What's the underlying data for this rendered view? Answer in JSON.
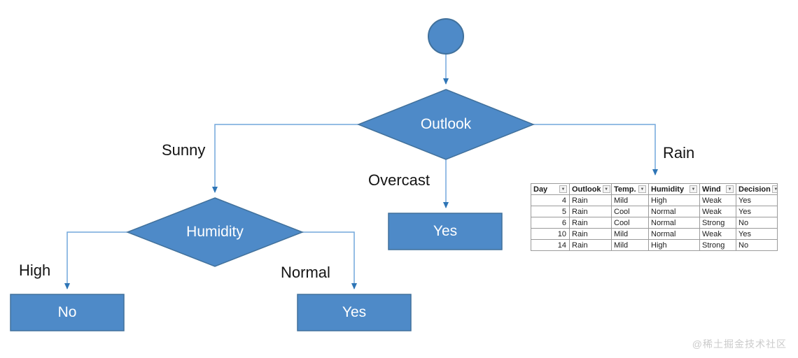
{
  "diagram": {
    "nodes": {
      "outlook": "Outlook",
      "humidity": "Humidity",
      "overcast_leaf": "Yes",
      "high_leaf": "No",
      "normal_leaf": "Yes"
    },
    "edges": {
      "sunny": "Sunny",
      "overcast": "Overcast",
      "rain": "Rain",
      "high": "High",
      "normal": "Normal"
    },
    "colors": {
      "shape_fill": "#4e8ac8",
      "shape_border": "#41719c",
      "connector": "#72a7dc",
      "arrowhead": "#2e75b6"
    }
  },
  "table": {
    "columns": [
      "Day",
      "Outlook",
      "Temp.",
      "Humidity",
      "Wind",
      "Decision"
    ],
    "filter_icon": "▼",
    "rows": [
      [
        "4",
        "Rain",
        "Mild",
        "High",
        "Weak",
        "Yes"
      ],
      [
        "5",
        "Rain",
        "Cool",
        "Normal",
        "Weak",
        "Yes"
      ],
      [
        "6",
        "Rain",
        "Cool",
        "Normal",
        "Strong",
        "No"
      ],
      [
        "10",
        "Rain",
        "Mild",
        "Normal",
        "Weak",
        "Yes"
      ],
      [
        "14",
        "Rain",
        "Mild",
        "High",
        "Strong",
        "No"
      ]
    ]
  },
  "watermark": "@稀土掘金技术社区"
}
